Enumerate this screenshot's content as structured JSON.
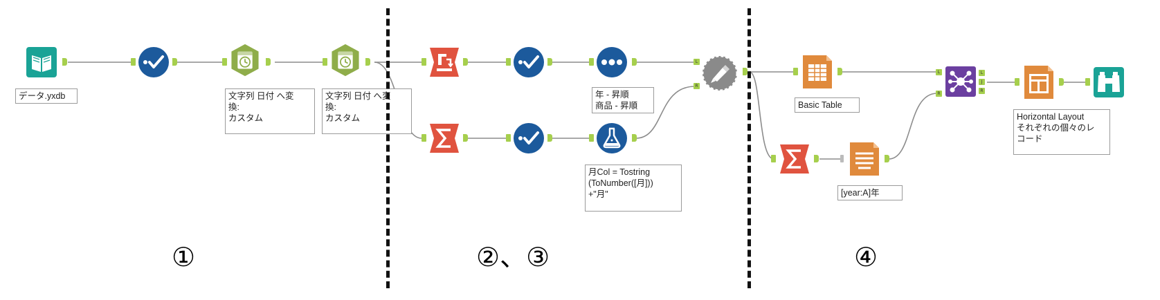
{
  "tools": [
    {
      "id": "input",
      "kind": "input-book-icon",
      "color": "#1aa396"
    },
    {
      "id": "select1",
      "kind": "select-check-icon",
      "color": "#1c5a9c"
    },
    {
      "id": "datetime1",
      "kind": "datetime-clock-icon",
      "color": "#8fad4a"
    },
    {
      "id": "datetime2",
      "kind": "datetime-clock-icon",
      "color": "#8fad4a"
    },
    {
      "id": "crosstab",
      "kind": "crosstab-icon",
      "color": "#e0533f"
    },
    {
      "id": "select2",
      "kind": "select-check-icon",
      "color": "#1c5a9c"
    },
    {
      "id": "sort",
      "kind": "sort-dots-icon",
      "color": "#1c5a9c"
    },
    {
      "id": "summarize1",
      "kind": "summarize-sigma-icon",
      "color": "#e0533f"
    },
    {
      "id": "select3",
      "kind": "select-check-icon",
      "color": "#1c5a9c"
    },
    {
      "id": "formula",
      "kind": "formula-flask-icon",
      "color": "#1c5a9c"
    },
    {
      "id": "join",
      "kind": "join-gear-icon",
      "color": "#8a8a8a"
    },
    {
      "id": "table",
      "kind": "table-icon",
      "color": "#e08a3c"
    },
    {
      "id": "summarize2",
      "kind": "summarize-sigma-icon",
      "color": "#e0533f"
    },
    {
      "id": "report-text",
      "kind": "report-text-icon",
      "color": "#e08a3c"
    },
    {
      "id": "union",
      "kind": "union-network-icon",
      "color": "#6b3fa0"
    },
    {
      "id": "layout",
      "kind": "layout-icon",
      "color": "#e08a3c"
    },
    {
      "id": "browse",
      "kind": "browse-binoculars-icon",
      "color": "#1aa396"
    }
  ],
  "annotations": {
    "input": "データ.yxdb",
    "datetime1": "文字列 日付 へ変\n換:\nカスタム",
    "datetime2": "文字列 日付 へ変\n換:\nカスタム",
    "sort": "年 - 昇順\n商品 - 昇順",
    "formula": "月Col = Tostring\n(ToNumber([月]))\n+\"月\"",
    "table": "Basic Table",
    "report_text": "[year:A]年",
    "layout": "Horizontal Layout\nそれぞれの個々のレ\nコード"
  },
  "anchor_letters": {
    "join_left": "L",
    "join_right": "R",
    "union_left": "L",
    "union_right": "R",
    "union_out_l": "L",
    "union_out_j": "J",
    "union_out_r": "R"
  },
  "sections": {
    "one": "①",
    "two_three": "②、③",
    "four": "④"
  }
}
